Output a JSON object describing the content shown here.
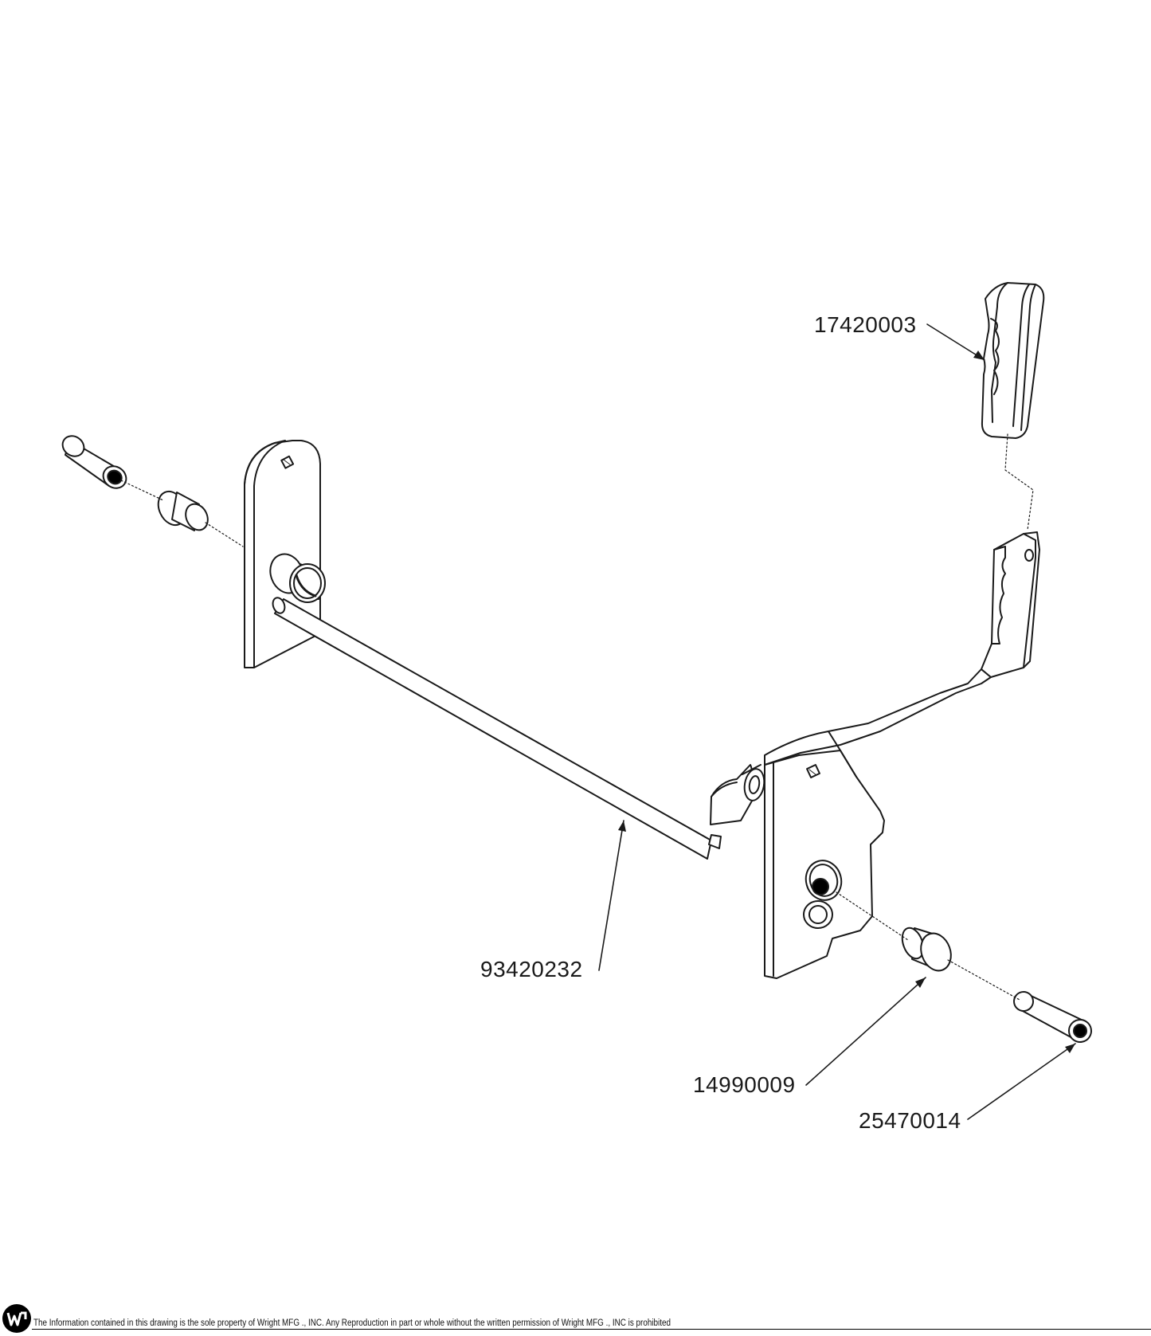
{
  "callouts": [
    {
      "id": "handle-grip",
      "label": "17420003"
    },
    {
      "id": "shaft-weldment",
      "label": "93420232"
    },
    {
      "id": "flange-bushing",
      "label": "14990009"
    },
    {
      "id": "spacer-tube",
      "label": "25470014"
    }
  ],
  "footer": {
    "disclaimer": "The Information contained in this drawing is the sole property of Wright MFG ., INC. Any Reproduction in part or whole without the written permission of Wright MFG ., INC is prohibited",
    "logo_icon": "wright-logo-icon"
  },
  "colors": {
    "line": "#1a1a1a",
    "fill": "#ffffff",
    "dark": "#000000"
  }
}
